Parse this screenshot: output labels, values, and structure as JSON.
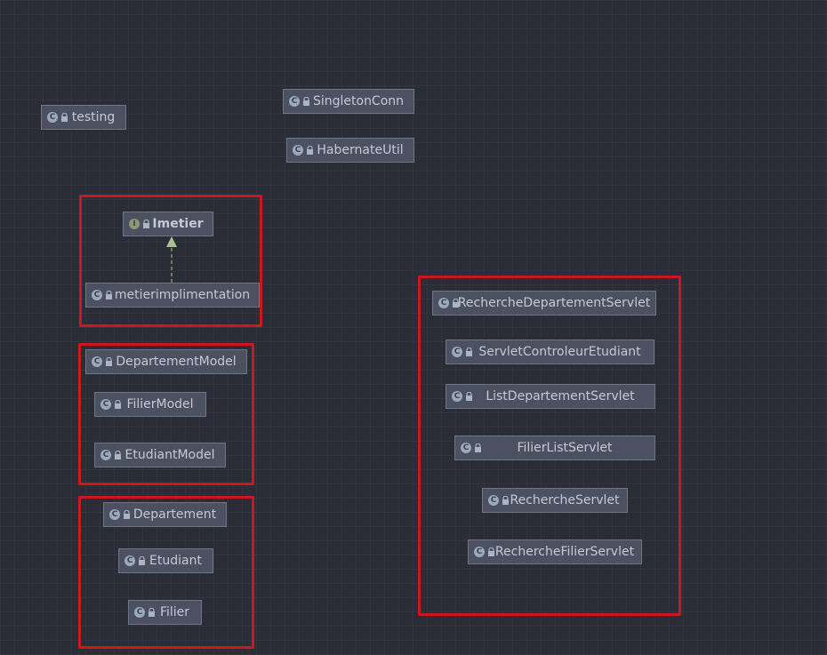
{
  "nodes": {
    "testing": {
      "label": "testing",
      "icon": "C"
    },
    "singleton_conn": {
      "label": "SingletonConn",
      "icon": "C"
    },
    "habernate_util": {
      "label": "HabernateUtil",
      "icon": "C"
    },
    "imetier": {
      "label": "Imetier",
      "icon": "I"
    },
    "metier_impl": {
      "label": "metierimplimentation",
      "icon": "C"
    },
    "departement_model": {
      "label": "DepartementModel",
      "icon": "C"
    },
    "filier_model": {
      "label": "FilierModel",
      "icon": "C"
    },
    "etudiant_model": {
      "label": "EtudiantModel",
      "icon": "C"
    },
    "departement": {
      "label": "Departement",
      "icon": "C"
    },
    "etudiant": {
      "label": "Etudiant",
      "icon": "C"
    },
    "filier": {
      "label": "Filier",
      "icon": "C"
    },
    "recherche_departement_servlet": {
      "label": "RechercheDepartementServlet",
      "icon": "C"
    },
    "servlet_controleur_etudiant": {
      "label": "ServletControleurEtudiant",
      "icon": "C"
    },
    "list_departement_servlet": {
      "label": "ListDepartementServlet",
      "icon": "C"
    },
    "filier_list_servlet": {
      "label": "FilierListServlet",
      "icon": "C"
    },
    "recherche_servlet": {
      "label": "RechercheServlet",
      "icon": "C"
    },
    "recherche_filier_servlet": {
      "label": "RechercheFilierServlet",
      "icon": "C"
    }
  },
  "colors": {
    "background": "#2b2d36",
    "node_fill": "#4b5161",
    "node_text": "#c3cad4",
    "highlight": "#d0161d",
    "arrow": "#a9c38f"
  }
}
